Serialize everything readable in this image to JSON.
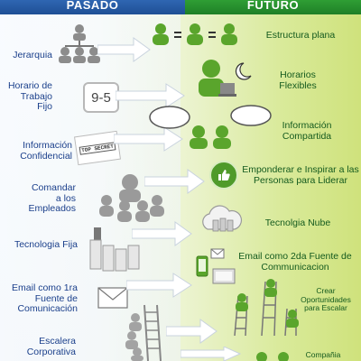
{
  "header": {
    "past": "PASADO",
    "future": "FUTURO"
  },
  "rows": [
    {
      "past": "Jerarquia",
      "future": "Estructura plana"
    },
    {
      "past": "Horario de Trabajo Fijo",
      "future": "Horarios Flexibles",
      "clock_text": "9-5"
    },
    {
      "past": "Información Confidencial",
      "future": "Información Compartida",
      "stamp_text": "TOP SECRET"
    },
    {
      "past": "Comandar a los Empleados",
      "future": "Emponderar e Inspirar a las Personas para Liderar"
    },
    {
      "past": "Tecnologia Fija",
      "future": "Tecnolgia Nube"
    },
    {
      "past": "Email como 1ra Fuente de Comunicación",
      "future": "Email como 2da Fuente de Communicacion"
    },
    {
      "past": "Escalera Corporativa",
      "future": "Crear Oportunidades para Escalar"
    },
    {
      "past": "",
      "future": "Compañia"
    }
  ],
  "colors": {
    "past_header": "#2a5ea8",
    "future_header": "#28902f",
    "past_text": "#1a3f8b",
    "future_text": "#145a1e",
    "green_person": "#5aa52c",
    "gray_person": "#9a9a9a"
  },
  "icons": [
    "org-chart-icon",
    "clock-9-5-icon",
    "top-secret-folder-icon",
    "boss-meeting-icon",
    "server-rack-icon",
    "envelope-icon",
    "ladder-icon",
    "equals-people-icon",
    "laptop-moon-icon",
    "speech-bubbles-icon",
    "thumbs-up-icon",
    "cloud-server-icon",
    "phone-email-icon",
    "ladders-people-icon",
    "arrow-icon"
  ]
}
